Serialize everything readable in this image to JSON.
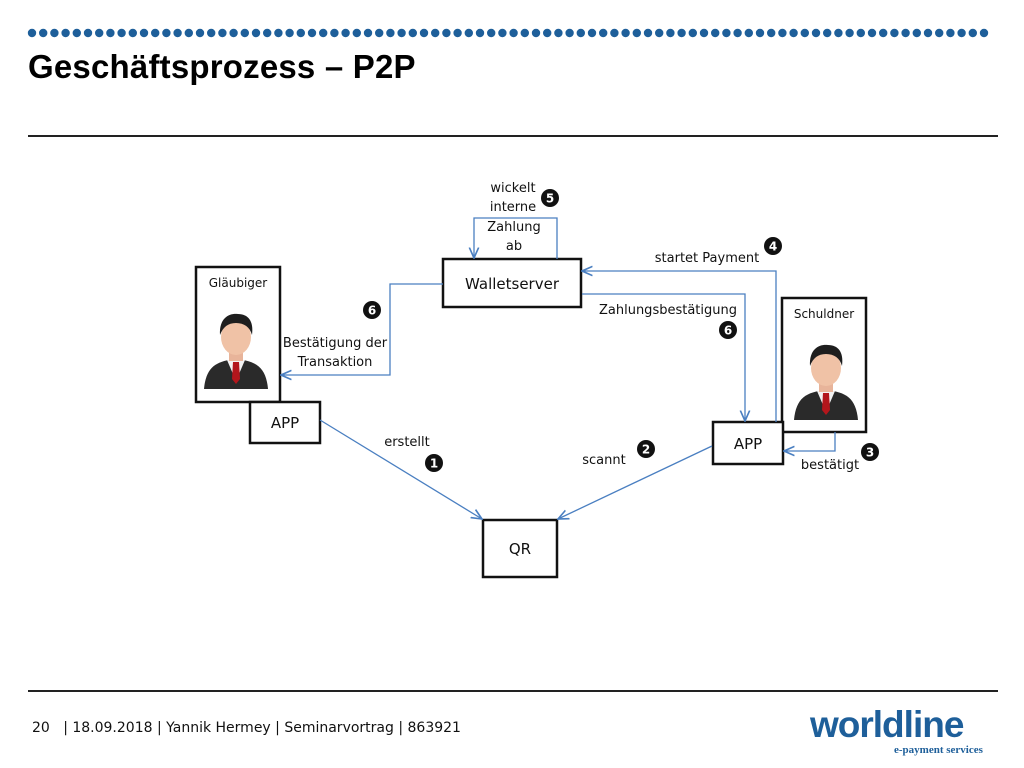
{
  "slide": {
    "title": "Geschäftsprozess – P2P",
    "accent_color": "#1e5f9a"
  },
  "diagram": {
    "nodes": {
      "walletserver": "Walletserver",
      "qr": "QR",
      "app_left": "APP",
      "app_right": "APP",
      "person_left": "Gläubiger",
      "person_right": "Schuldner"
    },
    "steps": [
      {
        "number": "1",
        "label": "erstellt"
      },
      {
        "number": "2",
        "label": "scannt"
      },
      {
        "number": "3",
        "label": "bestätigt"
      },
      {
        "number": "4",
        "label": "startet Payment"
      },
      {
        "number": "5",
        "label_lines": [
          "wickelt",
          "interne",
          "Zahlung",
          "ab"
        ]
      },
      {
        "number": "6",
        "label": "Zahlungsbestätigung"
      },
      {
        "number": "6",
        "label_lines": [
          "Bestätigung der",
          "Transaktion"
        ]
      }
    ],
    "arrow_color": "#4a7fc1"
  },
  "footer": {
    "page_number": "20",
    "text": "| 18.09.2018 | Yannik Hermey | Seminarvortrag | 863921"
  },
  "logo": {
    "wordmark": "worldline",
    "tagline": "e-payment services"
  }
}
